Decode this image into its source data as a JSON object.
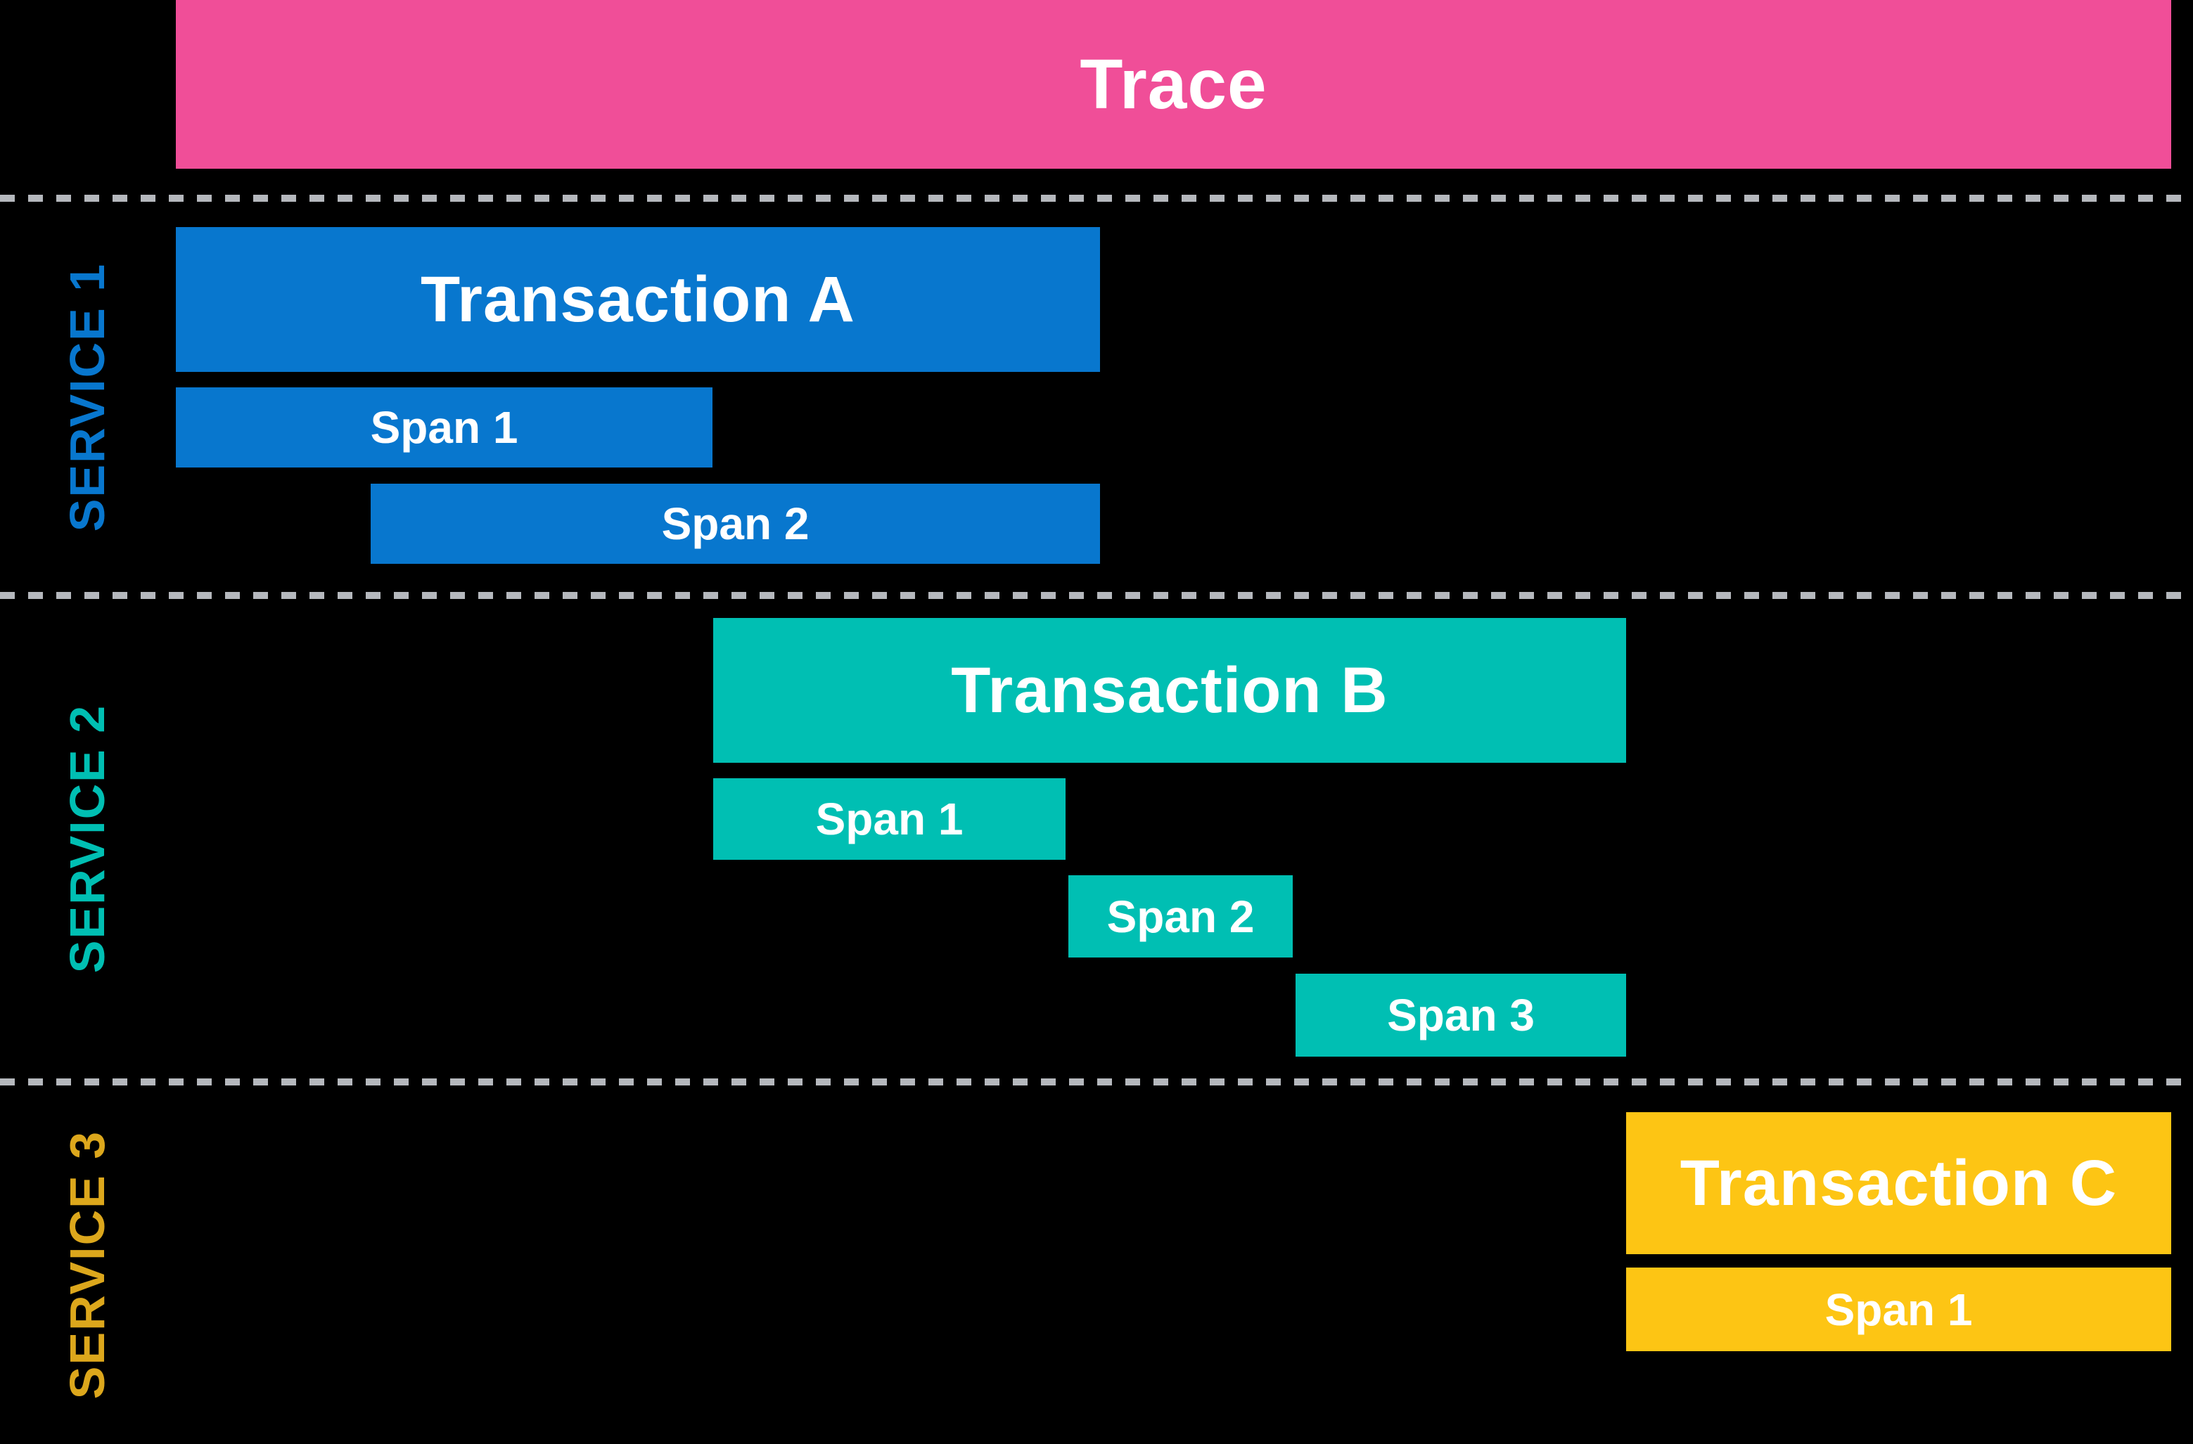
{
  "diagram": {
    "type": "distributed-tracing-timeline",
    "background": "#000000",
    "divider_color": "#B5B8BD",
    "trace": {
      "label": "Trace",
      "color": "#F04E98"
    }
  },
  "services": [
    {
      "label": "SERVICE 1",
      "color": "#0877CE",
      "label_color": "#0877CE",
      "transaction": {
        "label": "Transaction A"
      },
      "spans": [
        {
          "label": "Span 1"
        },
        {
          "label": "Span 2"
        }
      ]
    },
    {
      "label": "SERVICE 2",
      "color": "#00BFB3",
      "label_color": "#00BFB3",
      "transaction": {
        "label": "Transaction B"
      },
      "spans": [
        {
          "label": "Span 1"
        },
        {
          "label": "Span 2"
        },
        {
          "label": "Span 3"
        }
      ]
    },
    {
      "label": "SERVICE 3",
      "color": "#FDC514",
      "label_color": "#DCA71C",
      "transaction": {
        "label": "Transaction C"
      },
      "spans": [
        {
          "label": "Span 1"
        }
      ]
    }
  ]
}
